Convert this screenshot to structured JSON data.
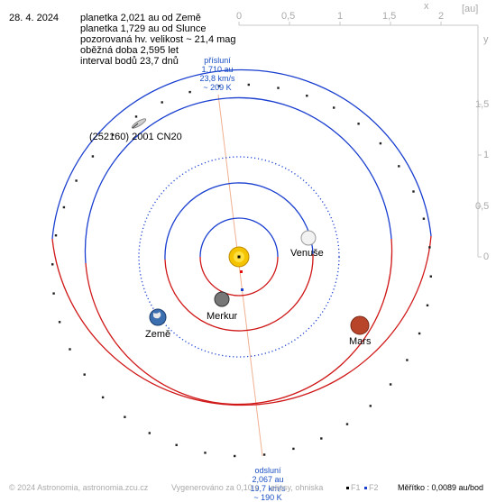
{
  "header": {
    "date": "28. 4. 2024",
    "info_lines": [
      "planetka 2,021 au od Země",
      "planetka 1,729 au od Slunce",
      "pozorovaná hv. velikost ~ 21,4 mag",
      "oběžná doba 2,595 let",
      "interval bodů 23,7 dnů"
    ]
  },
  "axes": {
    "x_ticks": [
      "0",
      "0,5",
      "1",
      "1,5",
      "2"
    ],
    "x_label": "x",
    "y_ticks": [
      "0",
      "0,5",
      "1",
      "1,5"
    ],
    "y_label": "y",
    "unit": "[au]"
  },
  "asteroid_label": "(252160) 2001 CN20",
  "perihelion": {
    "title": "přísluní",
    "distance": "1,710 au",
    "speed": "23,8 km/s",
    "temperature": "~ 209 K"
  },
  "aphelion": {
    "title": "odsluní",
    "distance": "2,067 au",
    "speed": "19,7 km/s",
    "temperature": "~ 190 K"
  },
  "planets": {
    "venus": "Venuše",
    "mercury": "Merkur",
    "earth": "Země",
    "mars": "Mars"
  },
  "footer": {
    "copyright": "© 2024 Astronomia, astronomia.zcu.cz",
    "generated": "Vygenerováno za 0,10 s",
    "legend_text": "elipsy, ohniska",
    "f1": "F1",
    "f2": "F2",
    "scale": "Měřítko : 0,0089 au/bod"
  },
  "colors": {
    "above_ecliptic": "#1a3fd0",
    "below_ecliptic": "#d01818",
    "apsides_line": "#f0b090",
    "sun": "#f5c400"
  }
}
